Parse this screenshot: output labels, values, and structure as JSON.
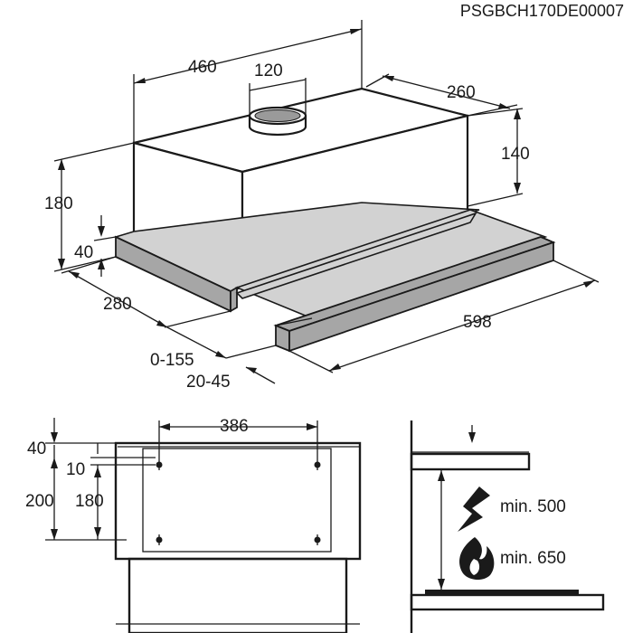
{
  "product_code": "PSGBCH170DE00007",
  "iso_view": {
    "width": "460",
    "duct": "120",
    "depth_top": "260",
    "box_height": "140",
    "total_height": "180",
    "front_height": "40",
    "depth": "280",
    "extension": "0-155",
    "front_offset": "20-45",
    "total_width": "598"
  },
  "front_view": {
    "hole_spacing": "386",
    "top_offset": "40",
    "hole_offset": "10",
    "height": "200",
    "hole_distance": "180"
  },
  "side_view": {
    "electric_min": "min. 500",
    "gas_min": "min. 650",
    "icons": [
      "lightning-icon",
      "flame-icon"
    ]
  }
}
